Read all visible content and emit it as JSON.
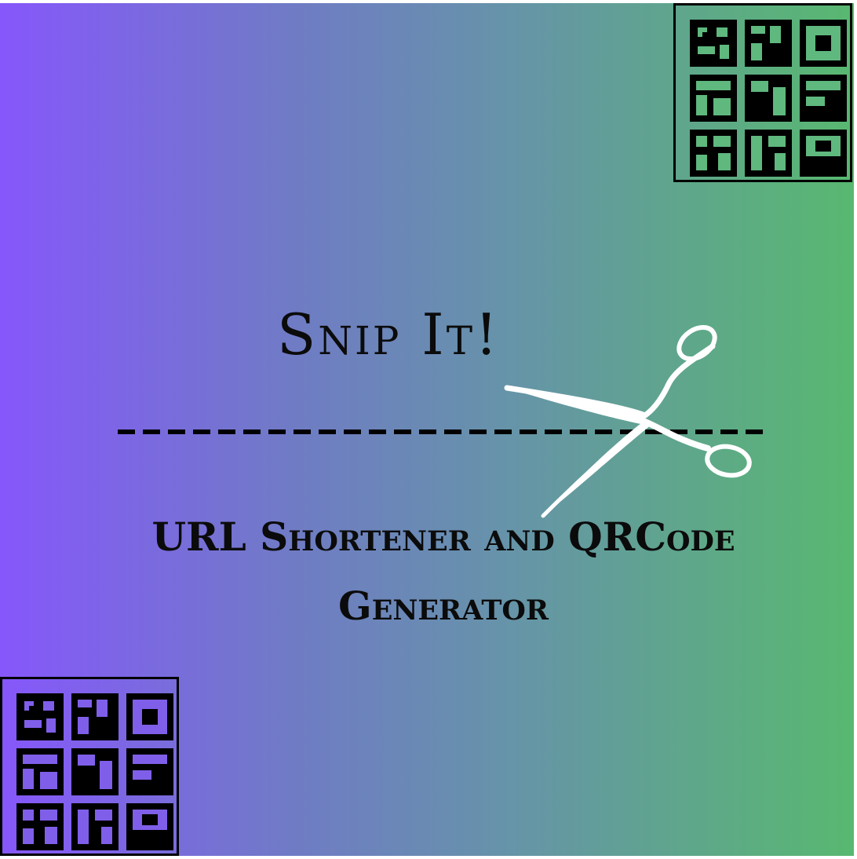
{
  "poster": {
    "title": "Snip It!",
    "subtitle": "URL Shortener and QRCode Generator"
  },
  "colors": {
    "gradient_left": "#8657fb",
    "gradient_right": "#58b870",
    "text": "#0b0b0b",
    "scissors": "#ffffff",
    "qr": "#000000"
  },
  "icons": {
    "top_right": "qr-code-icon",
    "bottom_left": "qr-code-icon",
    "center": "scissors-icon",
    "cut_line": "dashed-cut-line"
  }
}
